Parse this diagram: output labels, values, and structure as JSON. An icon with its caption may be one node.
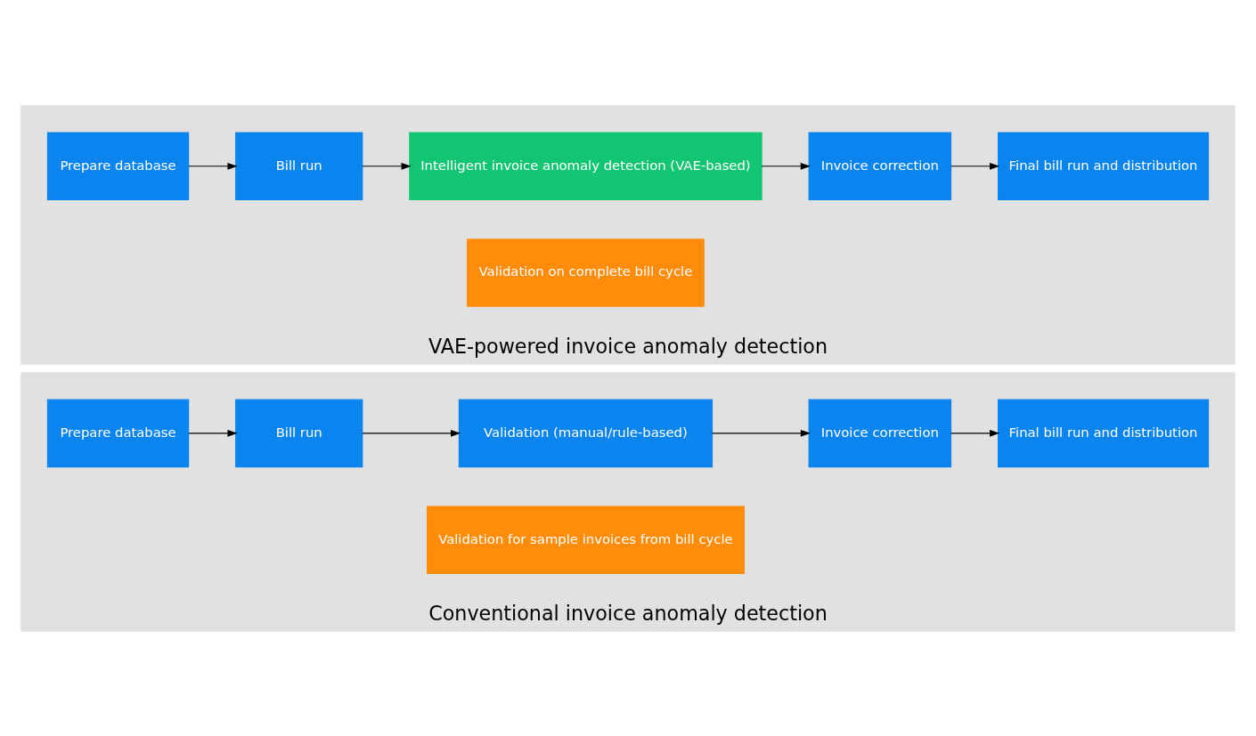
{
  "diagram": {
    "nodes": [
      {
        "text": [
          "Conventional invoice anomaly detection"
        ]
      },
      {
        "text": [
          "Prepare database"
        ],
        "in": 0
      },
      {
        "text": [
          "Bill run"
        ],
        "in": 0
      },
      {
        "text": [
          "Validation (manual/rule-based)"
        ],
        "in": 0
      },
      {
        "text": [
          "Invoice correction"
        ],
        "in": 0
      },
      {
        "text": [
          "Final bill run and distribution"
        ],
        "in": 0
      },
      {
        "text": [
          "Validation for sample invoices from bill cycle"
        ],
        "in": 0
      },
      {
        "text": [
          "VAE-powered invoice anomaly detection"
        ]
      },
      {
        "text": [
          "Prepare database"
        ],
        "in": 7
      },
      {
        "text": [
          "Bill run"
        ],
        "in": 7
      },
      {
        "text": [
          "Intelligent invoice anomaly detection (VAE-based)"
        ],
        "in": 7
      },
      {
        "text": [
          "Invoice correction"
        ],
        "in": 7
      },
      {
        "text": [
          "Final bill run and distribution"
        ],
        "in": 7
      },
      {
        "text": [
          "Validation on complete bill cycle"
        ],
        "in": 7
      }
    ],
    "edges": [
      {
        "from": 1,
        "to": 2,
        "arrow": "to"
      },
      {
        "from": 2,
        "to": 3,
        "arrow": "to"
      },
      {
        "from": 3,
        "to": 4,
        "arrow": "to"
      },
      {
        "from": 4,
        "to": 5,
        "arrow": "to"
      },
      {
        "from": 8,
        "to": 9,
        "arrow": "to"
      },
      {
        "from": 9,
        "to": 10,
        "arrow": "to"
      },
      {
        "from": 10,
        "to": 11,
        "arrow": "to"
      },
      {
        "from": 11,
        "to": 12,
        "arrow": "to"
      }
    ]
  }
}
